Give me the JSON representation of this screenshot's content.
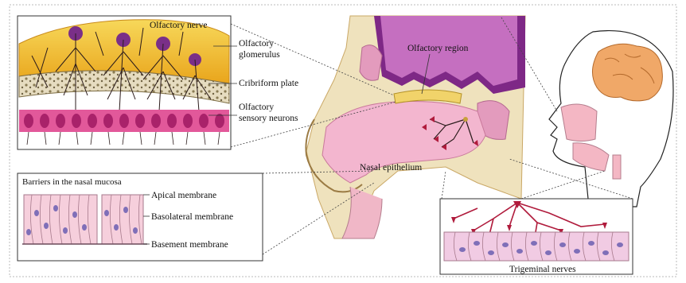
{
  "labels": {
    "olfactory_nerve": "Olfactory nerve",
    "olfactory_glomerulus_line1": "Olfactory",
    "olfactory_glomerulus_line2": "glomerulus",
    "cribriform_plate": "Cribriform plate",
    "olfactory_sensory_line1": "Olfactory",
    "olfactory_sensory_line2": "sensory neurons",
    "olfactory_region": "Olfactory region",
    "nasal_epithelium": "Nasal epithelium",
    "barriers_title": "Barriers in the nasal mucosa",
    "apical_membrane": "Apical membrane",
    "basolateral_membrane": "Basolateral membrane",
    "basement_membrane": "Basement membrane",
    "trigeminal_nerves": "Trigeminal nerves"
  },
  "colors": {
    "nerve_yellow": "#f3c531",
    "bone": "#efe2bd",
    "neuron_pink": "#d94a8c",
    "mucosa_pink": "#f2b8cf",
    "brain_purple": "#8e2f8f",
    "nerve_red": "#b01b3c",
    "brain_orange": "#f0a868",
    "face_pink": "#f4b7c4"
  }
}
